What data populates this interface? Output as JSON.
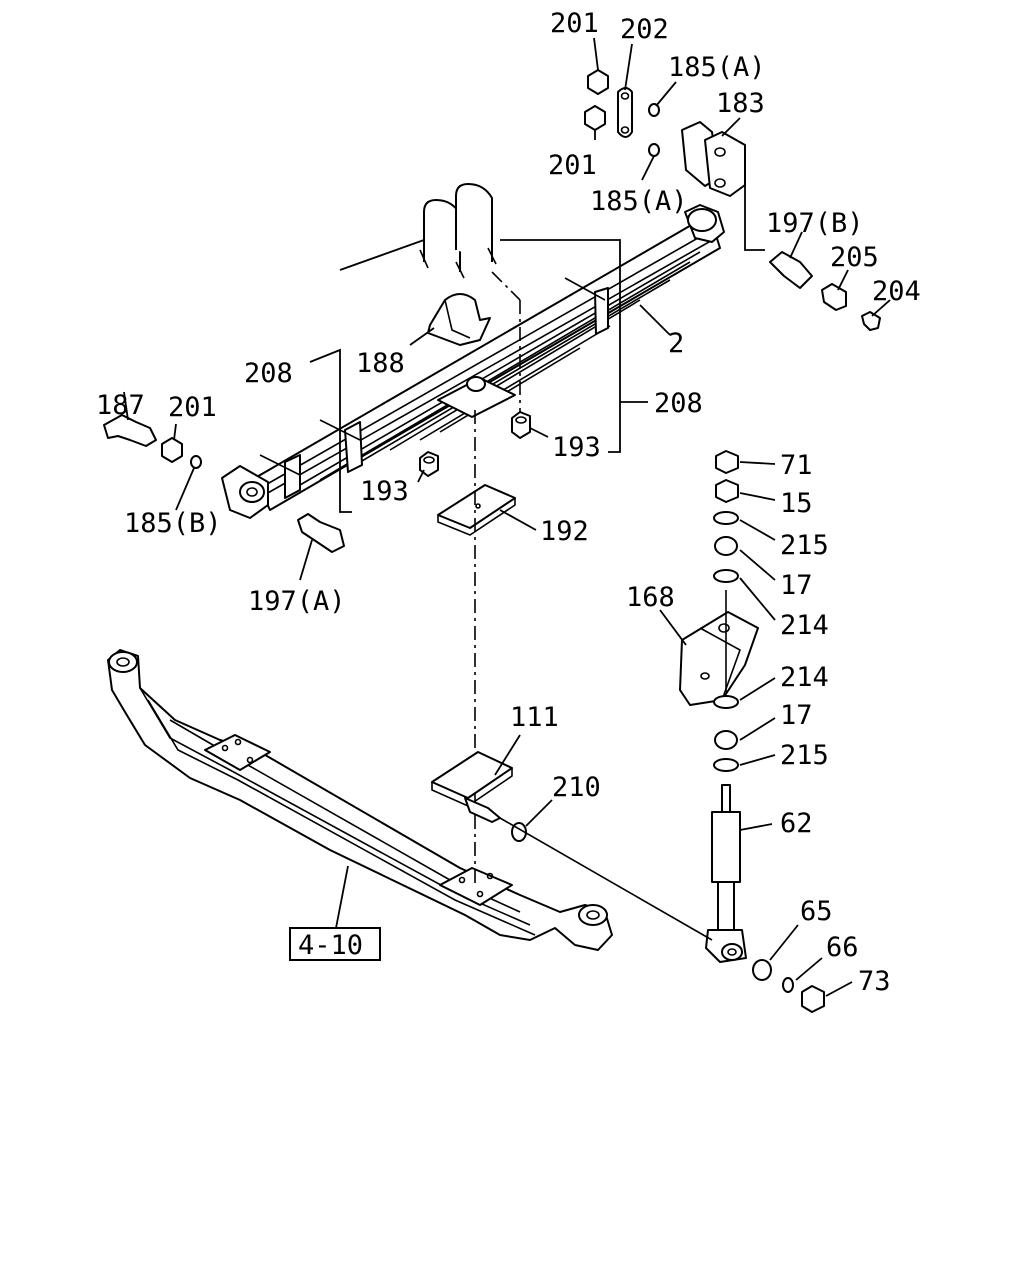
{
  "diagram": {
    "labels": {
      "p201a": "201",
      "p202": "202",
      "p185a_top": "185(A)",
      "p183": "183",
      "p201b": "201",
      "p185a_mid": "185(A)",
      "p197b": "197(B)",
      "p205": "205",
      "p204": "204",
      "p2": "2",
      "p208_left": "208",
      "p188": "188",
      "p208_right": "208",
      "p187": "187",
      "p201c": "201",
      "p193_right": "193",
      "p193_left": "193",
      "p185b": "185(B)",
      "p192": "192",
      "p197a": "197(A)",
      "p71": "71",
      "p15": "15",
      "p215_top": "215",
      "p17_top": "17",
      "p214_top": "214",
      "p168": "168",
      "p214_bottom": "214",
      "p17_bottom": "17",
      "p215_bottom": "215",
      "p111": "111",
      "p210": "210",
      "p62": "62",
      "p65": "65",
      "p66": "66",
      "p73": "73",
      "ref_box": "4-10"
    }
  }
}
